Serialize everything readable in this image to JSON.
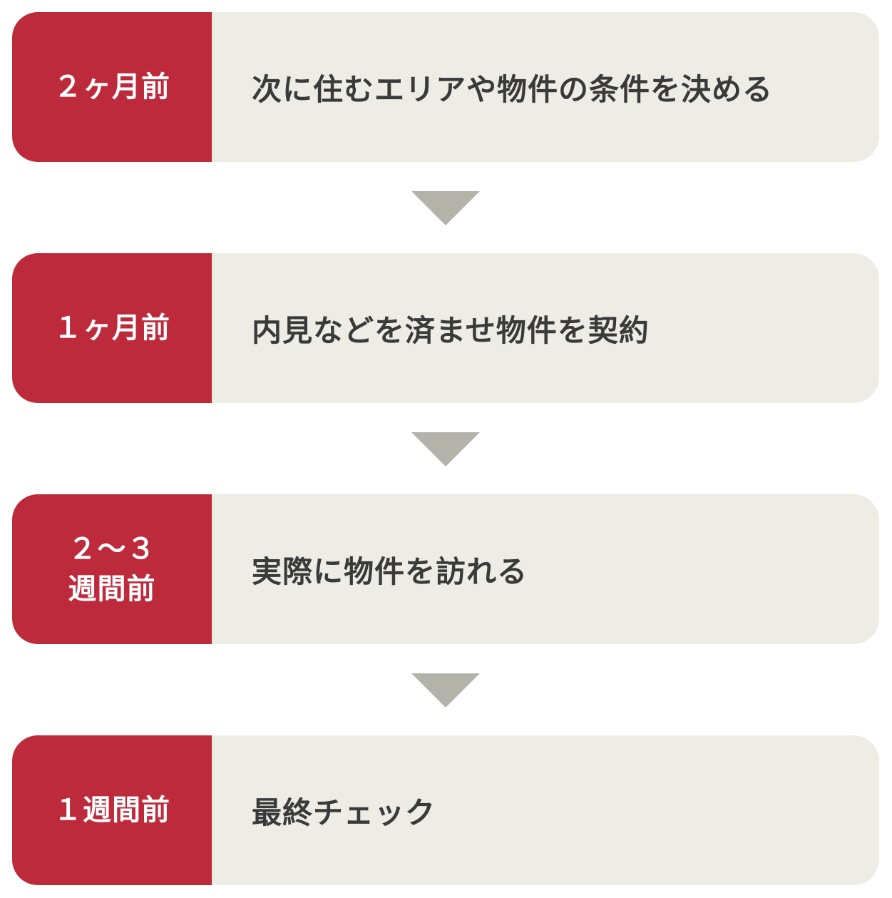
{
  "steps": [
    {
      "time_lines": [
        "２ヶ月前"
      ],
      "task": "次に住むエリアや物件の条件を決める"
    },
    {
      "time_lines": [
        "１ヶ月前"
      ],
      "task": "内見などを済ませ物件を契約"
    },
    {
      "time_lines": [
        "２～３",
        "週間前"
      ],
      "task": "実際に物件を訪れる"
    },
    {
      "time_lines": [
        "１週間前"
      ],
      "task": "最終チェック"
    }
  ],
  "colors": {
    "label_background": "#bd2a3c",
    "task_background": "#edece5",
    "arrow": "#b3b3aa",
    "task_text": "#3a3a3a"
  }
}
